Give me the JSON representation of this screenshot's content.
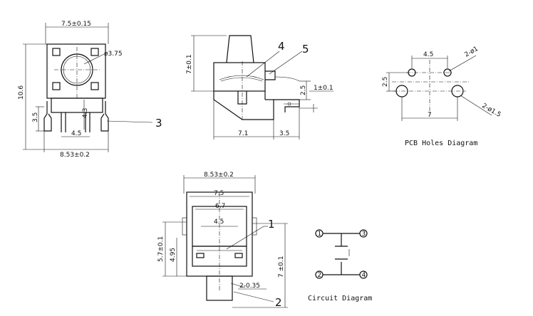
{
  "top_view": {
    "width_label": "7.5±0.15",
    "dia_label": "ø3.75",
    "height_label": "10.6",
    "leg_label": "3.5",
    "body_label": "4.3",
    "pitch_label": "4.5",
    "total_label": "8.53±0.2",
    "callout_3": "3"
  },
  "side_view": {
    "height_label": "7±0.1",
    "callout_4": "4",
    "callout_5": "5",
    "dim_25": "2.5",
    "dim_1": "1±0.1",
    "dim_71": "7.1",
    "dim_35": "3.5"
  },
  "pcb": {
    "pitch_top": "4.5",
    "hole_small": "2-ø1",
    "row_gap": "2.5",
    "pitch_bottom": "7",
    "hole_large": "2-ø1.5",
    "caption": "PCB Holes Diagram"
  },
  "front_view": {
    "total_label": "8.53±0.2",
    "w75": "7.5",
    "w67": "6.7",
    "w45": "4.5",
    "h57": "5.7±0.1",
    "h495": "4.95",
    "h7": "7 ±0.1",
    "slot_label": "2-0.35",
    "callout_1": "1",
    "callout_2": "2"
  },
  "circuit": {
    "pin1": "1",
    "pin2": "2",
    "pin3": "3",
    "pin4": "4",
    "caption": "Circuit Diagram"
  }
}
